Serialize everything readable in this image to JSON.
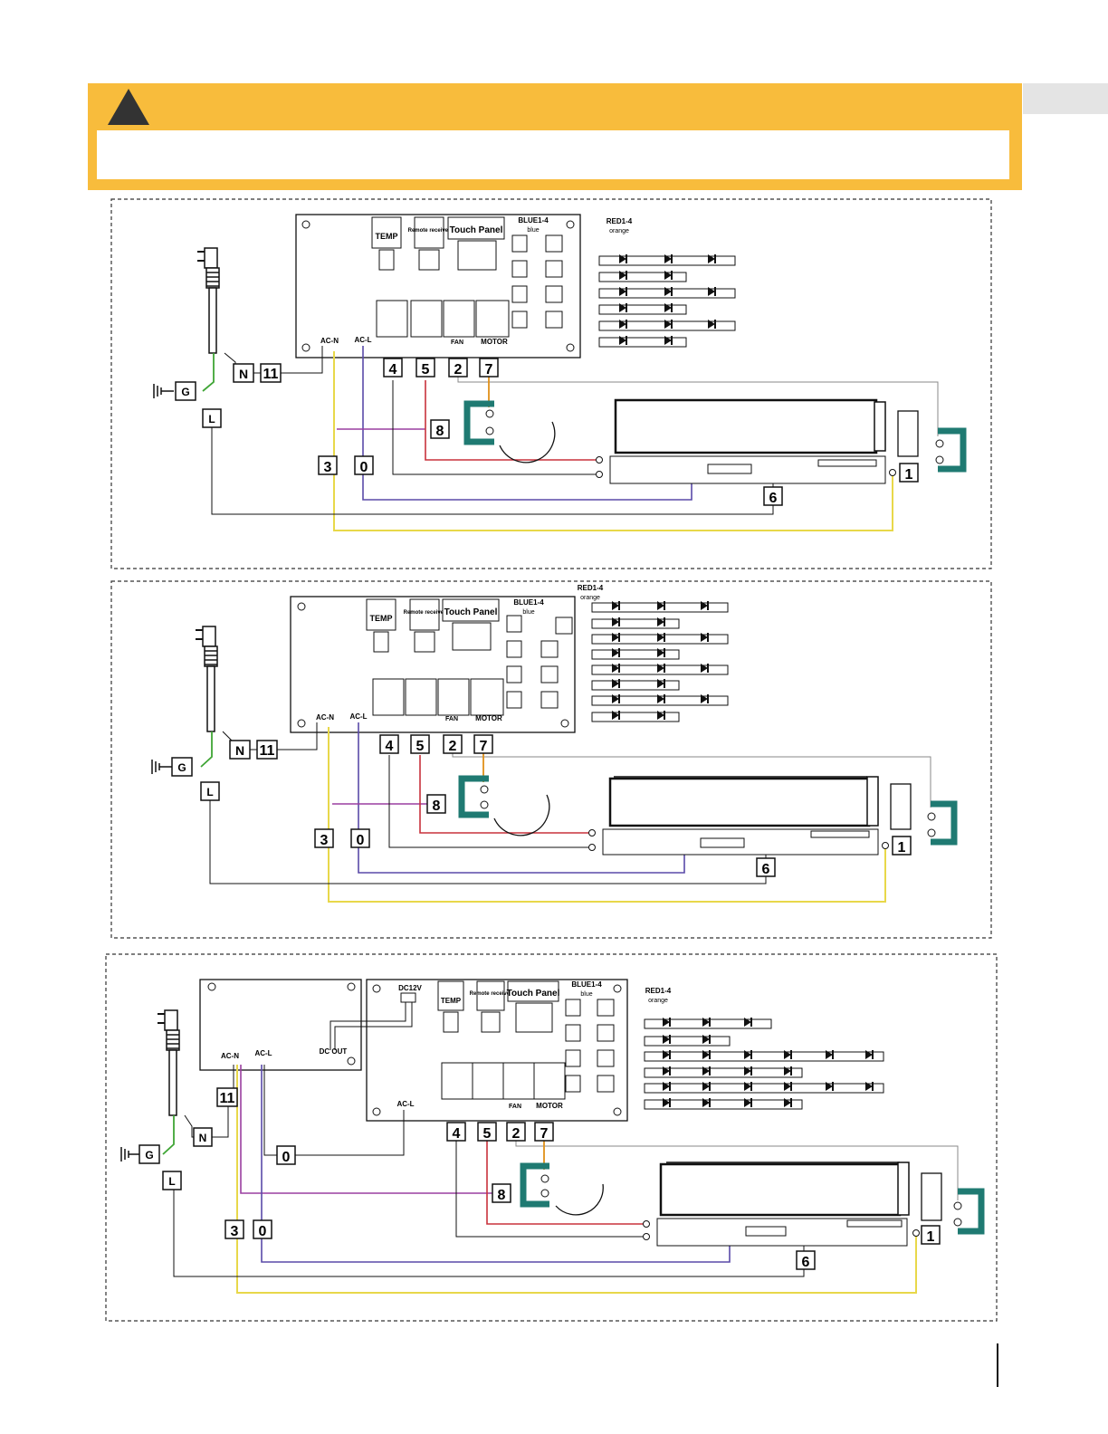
{
  "labels": {
    "temp": "TEMP",
    "remote": "Remote receiver",
    "touch_panel": "Touch Panel",
    "blue": "BLUE1-4",
    "blue_sub": "blue",
    "red": "RED1-4",
    "red_sub": "orange",
    "ac_n": "AC-N",
    "ac_l": "AC-L",
    "fan": "FAN",
    "motor": "MOTOR",
    "dc12v": "DC12V",
    "dc_out": "DC OUT"
  },
  "terminals": {
    "n": "N",
    "eleven": "11",
    "g": "G",
    "l": "L",
    "four": "4",
    "five": "5",
    "two": "2",
    "seven": "7",
    "eight": "8",
    "three": "3",
    "zero": "0",
    "six": "6",
    "one": "1"
  },
  "diagrams": [
    {
      "name": "wiring-diagram-1"
    },
    {
      "name": "wiring-diagram-2"
    },
    {
      "name": "wiring-diagram-3"
    }
  ],
  "colors": {
    "banner": "#f8bc3c",
    "ground_wire": "#3fa535",
    "neutral_wire": "#e8d84a",
    "live_wire": "#5a4aa8",
    "purple_wire": "#9a3fa0",
    "red_wire": "#c8323c",
    "orange_wire": "#e0901a",
    "teal_bracket": "#1f7a72"
  },
  "icons": {
    "warning": "warning-triangle-icon",
    "plug": "power-plug-icon",
    "ground": "ground-symbol-icon",
    "led": "led-diode-icon"
  }
}
